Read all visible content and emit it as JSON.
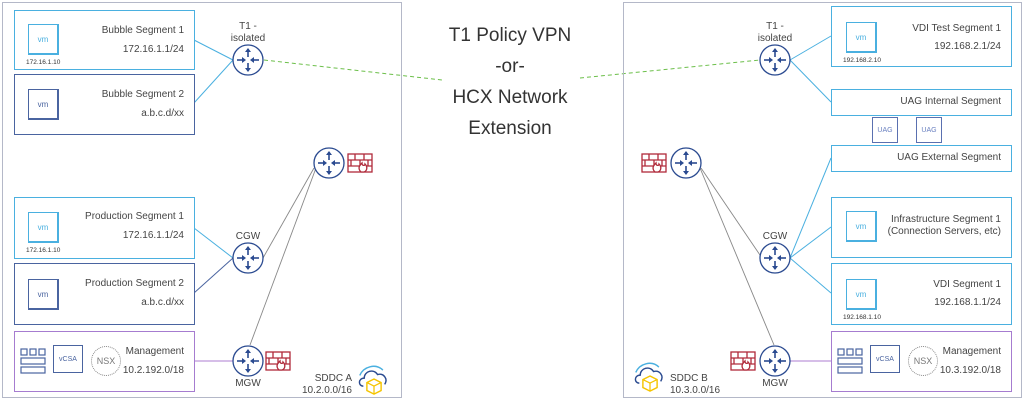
{
  "center": {
    "line1": "T1 Policy VPN",
    "line2": "-or-",
    "line3": "HCX Network",
    "line4": "Extension"
  },
  "sddc_a": {
    "name": "SDDC A",
    "cidr": "10.2.0.0/16",
    "t1_label": "T1 -",
    "t1_label2": "isolated",
    "cgw_label": "CGW",
    "mgw_label": "MGW",
    "segments": [
      {
        "title": "Bubble Segment 1",
        "subnet": "172.16.1.1/24",
        "vm": "vm",
        "vm_ip": "172.16.1.10"
      },
      {
        "title": "Bubble Segment 2",
        "subnet": "a.b.c.d/xx",
        "vm": "vm"
      },
      {
        "title": "Production Segment 1",
        "subnet": "172.16.1.1/24",
        "vm": "vm",
        "vm_ip": "172.16.1.10"
      },
      {
        "title": "Production Segment 2",
        "subnet": "a.b.c.d/xx",
        "vm": "vm"
      }
    ],
    "management": {
      "title": "Management",
      "subnet": "10.2.192.0/18",
      "vcsa": "vCSA",
      "nsx": "NSX"
    }
  },
  "sddc_b": {
    "name": "SDDC B",
    "cidr": "10.3.0.0/16",
    "t1_label": "T1 -",
    "t1_label2": "isolated",
    "cgw_label": "CGW",
    "mgw_label": "MGW",
    "segments": [
      {
        "title": "VDI Test Segment 1",
        "subnet": "192.168.2.1/24",
        "vm": "vm",
        "vm_ip": "192.168.2.10"
      },
      {
        "title": "UAG Internal Segment"
      },
      {
        "title": "UAG External Segment"
      },
      {
        "title": "Infrastructure Segment 1",
        "subnet": "(Connection Servers, etc)",
        "vm": "vm"
      },
      {
        "title": "VDI Segment 1",
        "subnet": "192.168.1.1/24",
        "vm": "vm",
        "vm_ip": "192.168.1.10"
      }
    ],
    "uag": [
      "UAG",
      "UAG"
    ],
    "management": {
      "title": "Management",
      "subnet": "10.3.192.0/18",
      "vcsa": "vCSA",
      "nsx": "NSX"
    }
  },
  "colors": {
    "segment": "#4ab0e0",
    "segment_dark": "#4a64a0",
    "management": "#a67cd0",
    "firewall": "#b02a3a",
    "vpn_link": "#6cbf4a",
    "router": "#2a4a90"
  }
}
